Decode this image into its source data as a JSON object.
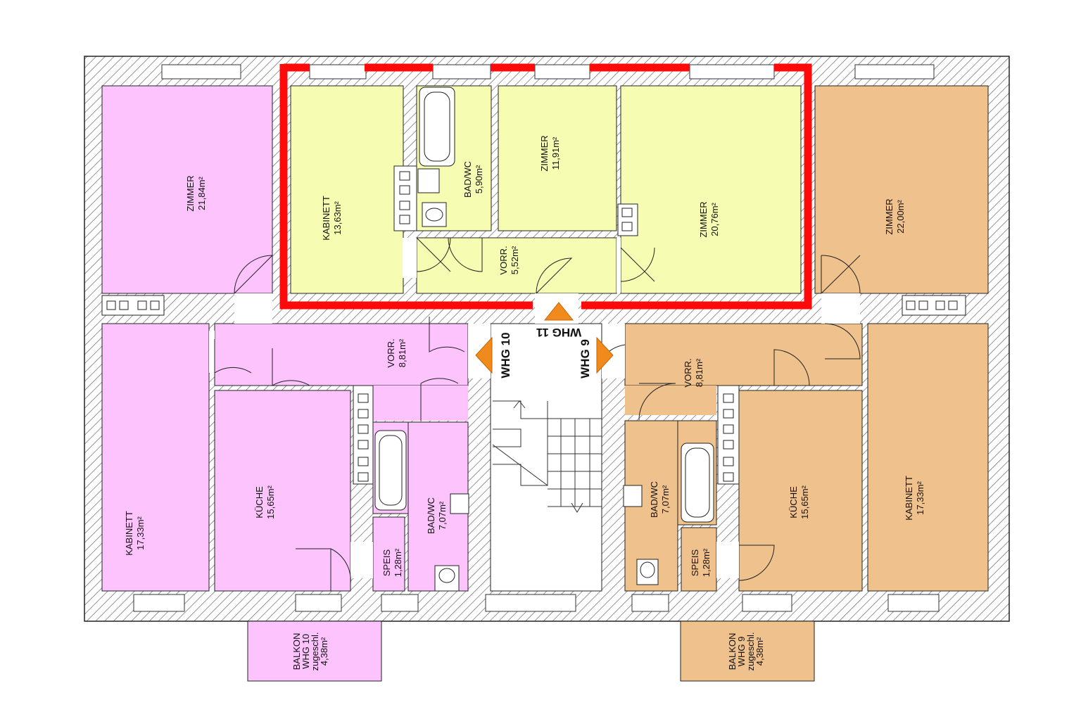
{
  "colors": {
    "whg11": "#f6fdb3",
    "whg10": "#fcc3fc",
    "whg9": "#efc18c",
    "hatch": "#6a6a6a",
    "highlight": "#ff0a0a",
    "arrow": "#f08a1c"
  },
  "rooms": {
    "zimmer_2184": {
      "name": "ZIMMER",
      "area": "21,84m²"
    },
    "kabinett_1363": {
      "name": "KABINETT",
      "area": "13,63m²"
    },
    "badwc_590": {
      "name": "BAD/WC",
      "area": "5,90m²"
    },
    "zimmer_1191": {
      "name": "ZIMMER",
      "area": "11,91m²"
    },
    "vorr_552": {
      "name": "VORR.",
      "area": "5,52m²"
    },
    "zimmer_2076": {
      "name": "ZIMMER",
      "area": "20,76m²"
    },
    "zimmer_2200": {
      "name": "ZIMMER",
      "area": "22,00m²"
    },
    "kabinett_1733_left": {
      "name": "KABINETT",
      "area": "17,33m²"
    },
    "vorr_881_left": {
      "name": "VORR.",
      "area": "8,81m²"
    },
    "kueche_1565_left": {
      "name": "KÜCHE",
      "area": "15,65m²"
    },
    "badwc_707_left": {
      "name": "BAD/WC",
      "area": "7,07m²"
    },
    "speis_128_left": {
      "name": "SPEIS",
      "area": "1,28m²"
    },
    "vorr_881_right": {
      "name": "VORR.",
      "area": "8,81m²"
    },
    "badwc_707_right": {
      "name": "BAD/WC",
      "area": "7,07m²"
    },
    "speis_128_right": {
      "name": "SPEIS",
      "area": "1,28m²"
    },
    "kueche_1565_right": {
      "name": "KÜCHE",
      "area": "15,65m²"
    },
    "kabinett_1733_right": {
      "name": "KABINETT",
      "area": "17,33m²"
    },
    "balkon_whg10": {
      "name": "BALKON",
      "unit": "WHG 10",
      "note": "zugeschl.",
      "area": "4,38m²"
    },
    "balkon_whg9": {
      "name": "BALKON",
      "unit": "WHG 9",
      "note": "zugeschl.",
      "area": "4,38m²"
    }
  },
  "labels": {
    "whg11": "WHG 11",
    "whg10": "WHG 10",
    "whg9": "WHG 9"
  }
}
